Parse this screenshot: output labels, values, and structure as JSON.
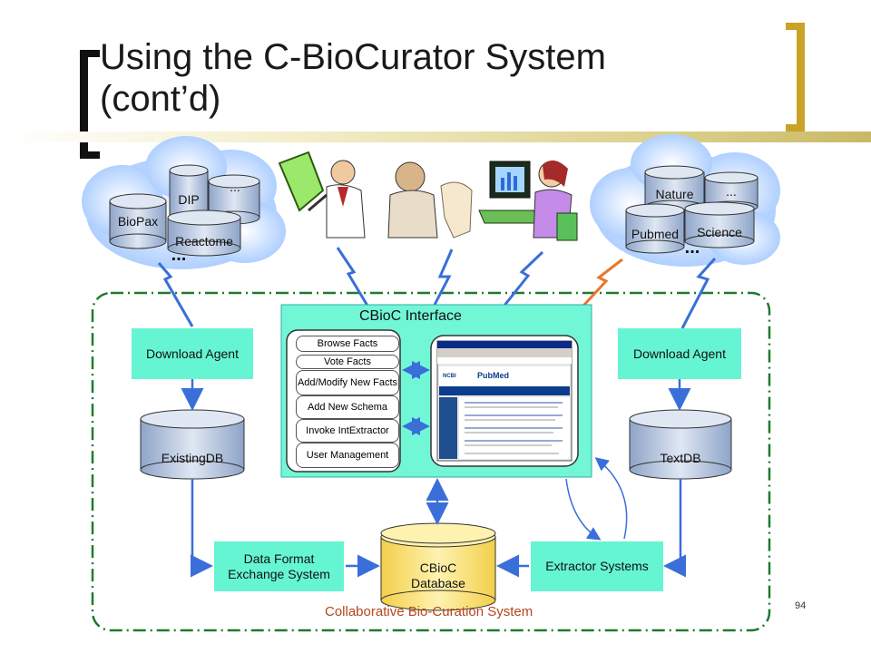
{
  "slide": {
    "title_line1": "Using the C-BioCurator System",
    "title_line2": "(cont’d)",
    "page_number": "94"
  },
  "clouds": {
    "left": {
      "db1": "BioPax",
      "db2": "DIP",
      "db3": "...",
      "db4": "Reactome",
      "more": "..."
    },
    "right": {
      "db1": "Nature",
      "db2": "...",
      "db3": "Pubmed",
      "db4": "Science",
      "more": "..."
    }
  },
  "system": {
    "label": "Collaborative Bio-Curation System",
    "interface_title": "CBioC Interface",
    "menu": [
      "Browse Facts",
      "Vote Facts",
      "Add/Modify New Facts",
      "Add New Schema",
      "Invoke IntExtractor",
      "User Management"
    ],
    "download_agent_left": "Download Agent",
    "download_agent_right": "Download Agent",
    "existing_db": "ExistingDB",
    "text_db": "TextDB",
    "data_format": "Data Format Exchange System",
    "cbioc_db": "CBioC Database",
    "extractor": "Extractor Systems"
  },
  "browser": {
    "brand": "PubMed",
    "ncbi": "NCBI"
  },
  "colors": {
    "box_fill": "#66f5d2",
    "interface_fill": "#72f7d6",
    "db_fill": "#b9c9e3",
    "cbioc_fill": "#ffe98a",
    "arrow_blue": "#3a6fd9",
    "dash_green": "#1f7a2e",
    "system_label": "#b5461a",
    "bracket_gold": "#c9a227"
  }
}
